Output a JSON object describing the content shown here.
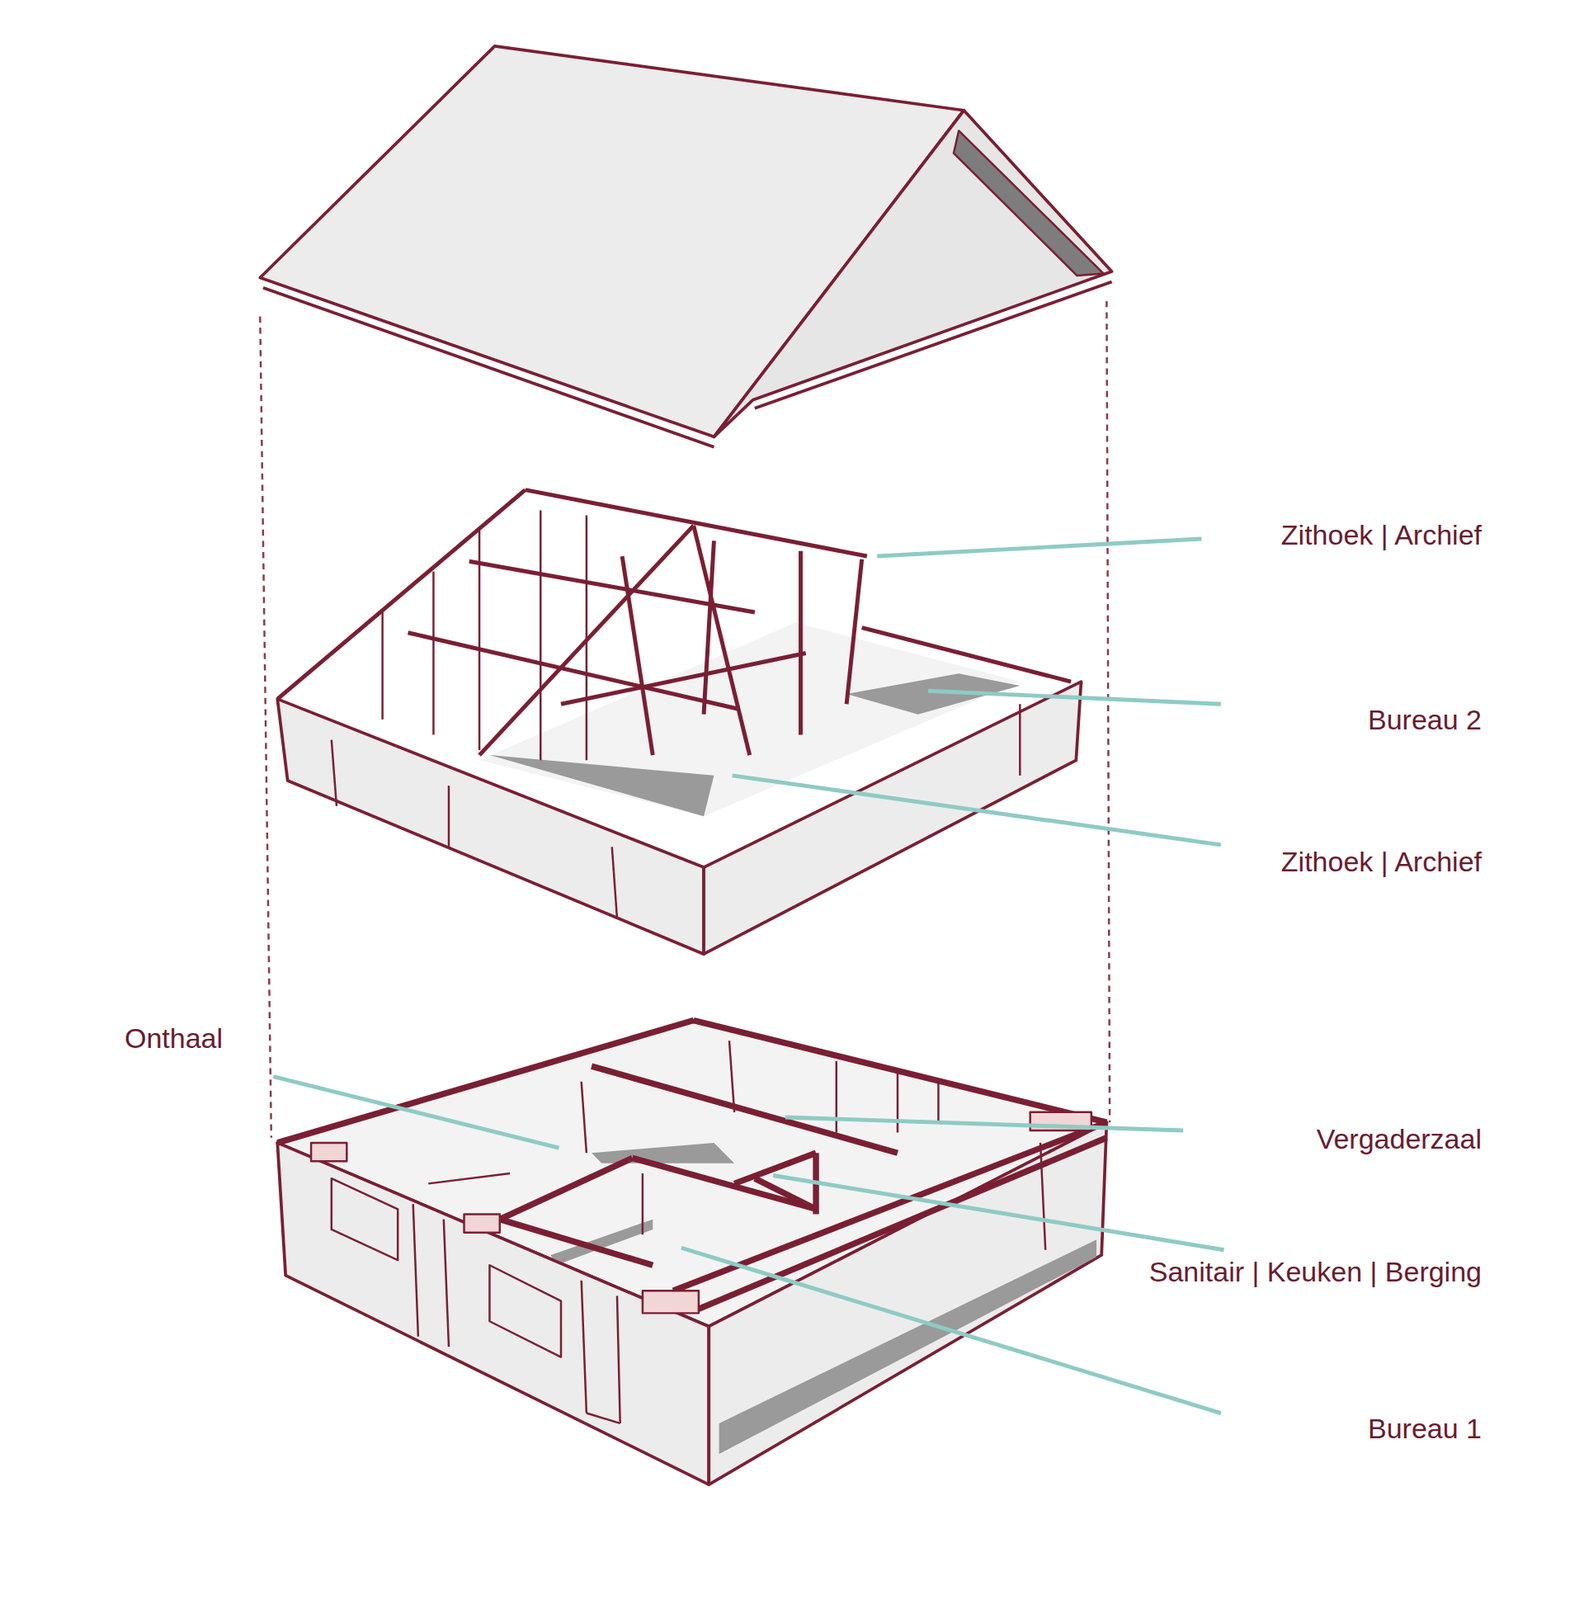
{
  "diagram": {
    "labels": [
      "Zithoek | Archief",
      "Bureau 2",
      "Zithoek | Archief",
      "Onthaal",
      "Vergaderzaal",
      "Sanitair | Keuken | Berging",
      "Bureau 1"
    ]
  }
}
